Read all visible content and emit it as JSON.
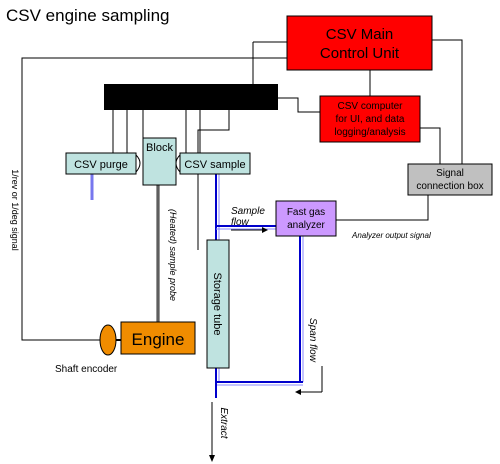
{
  "title": "CSV engine sampling",
  "boxes": {
    "main_control": {
      "line1": "CSV Main",
      "line2": "Control Unit",
      "color": "#ff0000"
    },
    "computer": {
      "line1": "CSV computer",
      "line2": "for UI, and data",
      "line3": "logging/analysis",
      "color": "#ff0000"
    },
    "signal_box": {
      "line1": "Signal",
      "line2": "connection box",
      "color": "#c0c0c0"
    },
    "block": {
      "label": "Block",
      "color": "#bfe3e0"
    },
    "csv_purge": {
      "label": "CSV purge",
      "color": "#bfe3e0"
    },
    "csv_sample": {
      "label": "CSV sample",
      "color": "#bfe3e0"
    },
    "gas_analyzer": {
      "line1": "Fast gas",
      "line2": "analyzer",
      "color": "#cc99ff"
    },
    "storage_tube": {
      "label": "Storage tube",
      "color": "#bfe3e0"
    },
    "engine": {
      "label": "Engine",
      "color": "#f08c00"
    },
    "connector_bar": {
      "color": "#000000"
    },
    "shaft_encoder": {
      "color": "#f08c00"
    }
  },
  "labels": {
    "signal_1rev": "1/rev or 1/deg signal",
    "heated_probe": "(Heated) sample probe",
    "sample_flow_1": "Sample",
    "sample_flow_2": "flow",
    "analyzer_output": "Analyzer output signal",
    "span_flow": "Span flow",
    "extract": "Extract",
    "shaft_encoder": "Shaft encoder"
  },
  "colors": {
    "flow_line": "#0000cc",
    "wire": "#000000"
  }
}
